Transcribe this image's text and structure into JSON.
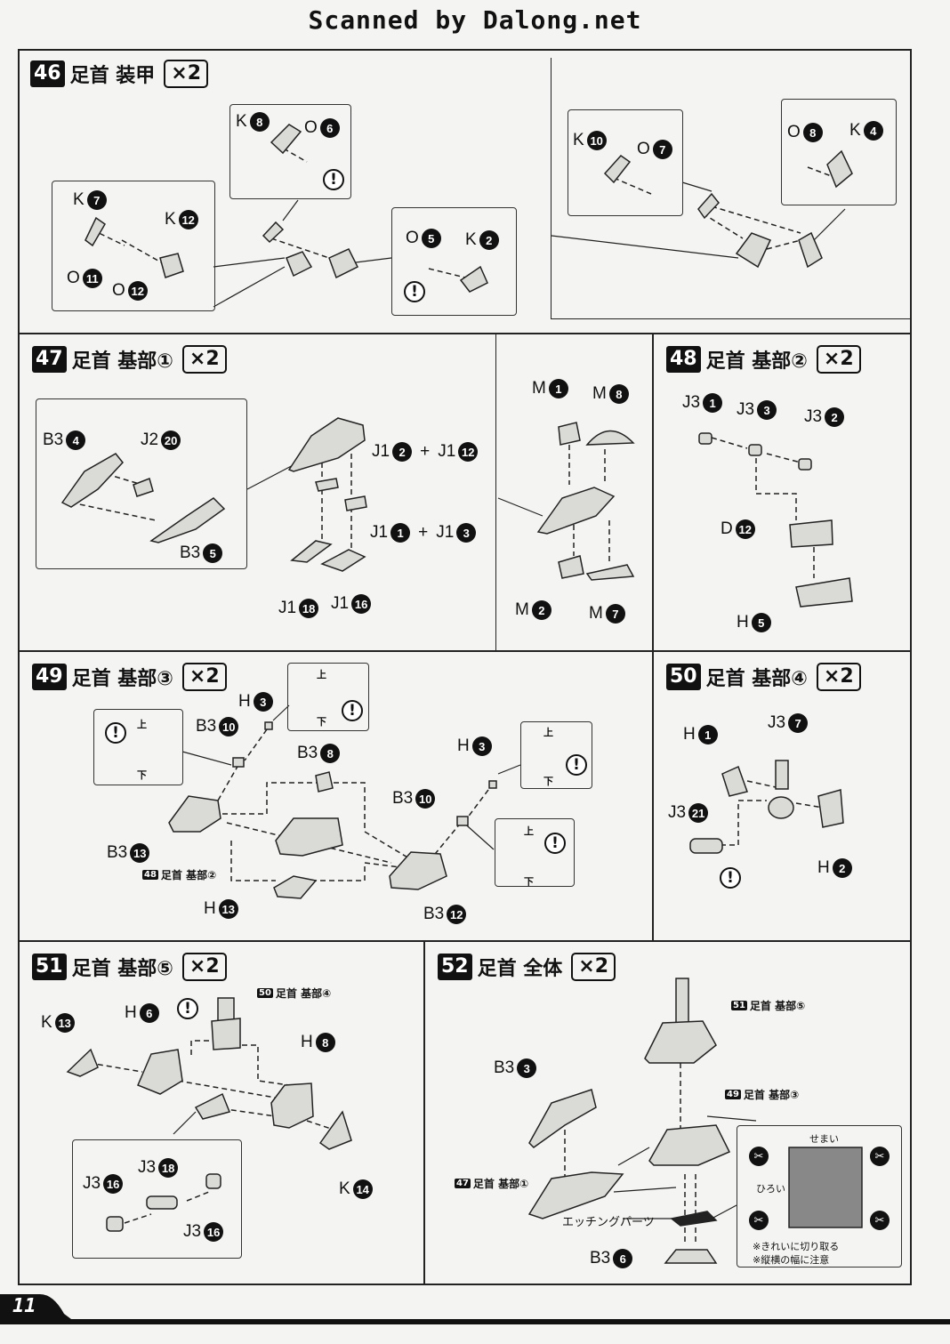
{
  "scan_header": "Scanned by Dalong.net",
  "page_number": "11",
  "steps": [
    {
      "number": "46",
      "title": "足首 装甲",
      "multiplier": "×2",
      "parts": {
        "k8": {
          "letter": "K",
          "num": "8"
        },
        "o6": {
          "letter": "O",
          "num": "6"
        },
        "k7": {
          "letter": "K",
          "num": "7"
        },
        "k12": {
          "letter": "K",
          "num": "12"
        },
        "o11": {
          "letter": "O",
          "num": "11"
        },
        "o12": {
          "letter": "O",
          "num": "12"
        },
        "o5": {
          "letter": "O",
          "num": "5"
        },
        "k2": {
          "letter": "K",
          "num": "2"
        },
        "k10": {
          "letter": "K",
          "num": "10"
        },
        "o7": {
          "letter": "O",
          "num": "7"
        },
        "o8": {
          "letter": "O",
          "num": "8"
        },
        "k4": {
          "letter": "K",
          "num": "4"
        }
      }
    },
    {
      "number": "47",
      "title": "足首 基部①",
      "multiplier": "×2",
      "parts": {
        "b34": {
          "letter": "B3",
          "num": "4"
        },
        "j220": {
          "letter": "J2",
          "num": "20"
        },
        "b35": {
          "letter": "B3",
          "num": "5"
        },
        "j12": {
          "letter": "J1",
          "num": "2"
        },
        "j112": {
          "letter": "J1",
          "num": "12"
        },
        "j11": {
          "letter": "J1",
          "num": "1"
        },
        "j13": {
          "letter": "J1",
          "num": "3"
        },
        "j118": {
          "letter": "J1",
          "num": "18"
        },
        "j116": {
          "letter": "J1",
          "num": "16"
        },
        "m1": {
          "letter": "M",
          "num": "1"
        },
        "m8": {
          "letter": "M",
          "num": "8"
        },
        "m2": {
          "letter": "M",
          "num": "2"
        },
        "m7": {
          "letter": "M",
          "num": "7"
        }
      },
      "plus": "+"
    },
    {
      "number": "48",
      "title": "足首 基部②",
      "multiplier": "×2",
      "parts": {
        "j31": {
          "letter": "J3",
          "num": "1"
        },
        "j33": {
          "letter": "J3",
          "num": "3"
        },
        "j32": {
          "letter": "J3",
          "num": "2"
        },
        "d12": {
          "letter": "D",
          "num": "12"
        },
        "h5": {
          "letter": "H",
          "num": "5"
        }
      }
    },
    {
      "number": "49",
      "title": "足首 基部③",
      "multiplier": "×2",
      "parts": {
        "h3a": {
          "letter": "H",
          "num": "3"
        },
        "b310a": {
          "letter": "B3",
          "num": "10"
        },
        "b38": {
          "letter": "B3",
          "num": "8"
        },
        "h3b": {
          "letter": "H",
          "num": "3"
        },
        "b310b": {
          "letter": "B3",
          "num": "10"
        },
        "b313": {
          "letter": "B3",
          "num": "13"
        },
        "h13": {
          "letter": "H",
          "num": "13"
        },
        "b312": {
          "letter": "B3",
          "num": "12"
        }
      },
      "ref": {
        "num": "48",
        "text": "足首 基部②"
      },
      "up": "上",
      "down": "下"
    },
    {
      "number": "50",
      "title": "足首 基部④",
      "multiplier": "×2",
      "parts": {
        "h1": {
          "letter": "H",
          "num": "1"
        },
        "j37": {
          "letter": "J3",
          "num": "7"
        },
        "j321": {
          "letter": "J3",
          "num": "21"
        },
        "h2": {
          "letter": "H",
          "num": "2"
        }
      }
    },
    {
      "number": "51",
      "title": "足首 基部⑤",
      "multiplier": "×2",
      "parts": {
        "k13": {
          "letter": "K",
          "num": "13"
        },
        "h6": {
          "letter": "H",
          "num": "6"
        },
        "h8": {
          "letter": "H",
          "num": "8"
        },
        "k14": {
          "letter": "K",
          "num": "14"
        },
        "j316a": {
          "letter": "J3",
          "num": "16"
        },
        "j318": {
          "letter": "J3",
          "num": "18"
        },
        "j316b": {
          "letter": "J3",
          "num": "16"
        }
      },
      "ref": {
        "num": "50",
        "text": "足首 基部④"
      }
    },
    {
      "number": "52",
      "title": "足首 全体",
      "multiplier": "×2",
      "parts": {
        "b33": {
          "letter": "B3",
          "num": "3"
        },
        "b36": {
          "letter": "B3",
          "num": "6"
        }
      },
      "ref51": {
        "num": "51",
        "text": "足首 基部⑤"
      },
      "ref49": {
        "num": "49",
        "text": "足首 基部③"
      },
      "ref47": {
        "num": "47",
        "text": "足首 基部①"
      },
      "etching": "エッチングパーツ",
      "narrow": "せまい",
      "wide": "ひろい",
      "note1": "※きれいに切り取る",
      "note2": "※縦横の幅に注意"
    }
  ],
  "warning_mark": "!"
}
